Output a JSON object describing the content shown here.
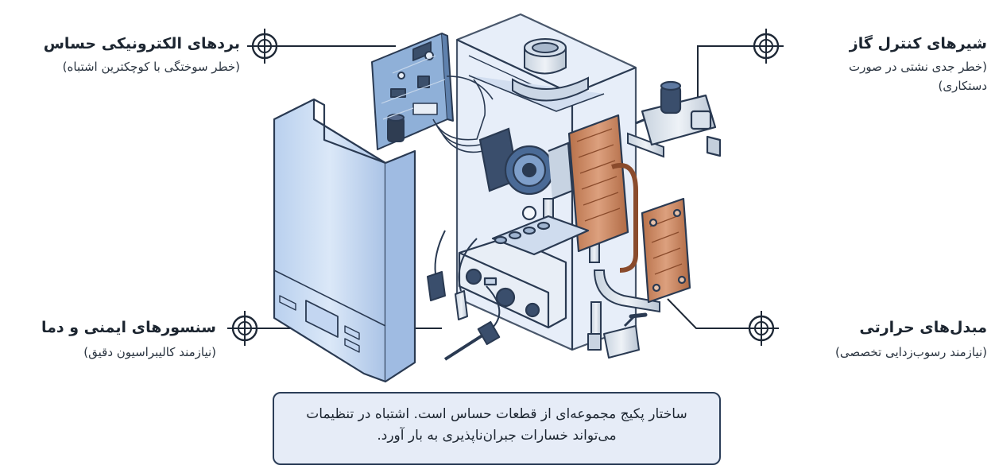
{
  "callouts": [
    {
      "id": "tl",
      "title": "بردهای الکترونیکی حساس",
      "note": "(خطر سوختگی با کوچکترین اشتباه)",
      "icon": "crosshair-icon"
    },
    {
      "id": "tr",
      "title": "شیرهای کنترل گاز",
      "note": "(خطر جدی نشتی در صورت دستکاری)",
      "icon": "crosshair-icon"
    },
    {
      "id": "bl",
      "title": "سنسورهای ایمنی و دما",
      "note": "(نیازمند کالیبراسیون دقیق)",
      "icon": "crosshair-icon"
    },
    {
      "id": "br",
      "title": "مبدل‌های حرارتی",
      "note": "(نیازمند رسوب‌زدایی تخصصی)",
      "icon": "crosshair-icon"
    }
  ],
  "caption": "ساختار پکیج مجموعه‌ای از قطعات حساس است. اشتباه در تنظیمات می‌تواند خسارات جبران‌ناپذیری به بار آورد.",
  "colors": {
    "casing": "#cfe0f5",
    "casing_edge": "#2a3a52",
    "copper": "#c98a64",
    "pcb": "#8fb0d8",
    "pump": "#3a4e6c",
    "ink": "#1a2434"
  }
}
